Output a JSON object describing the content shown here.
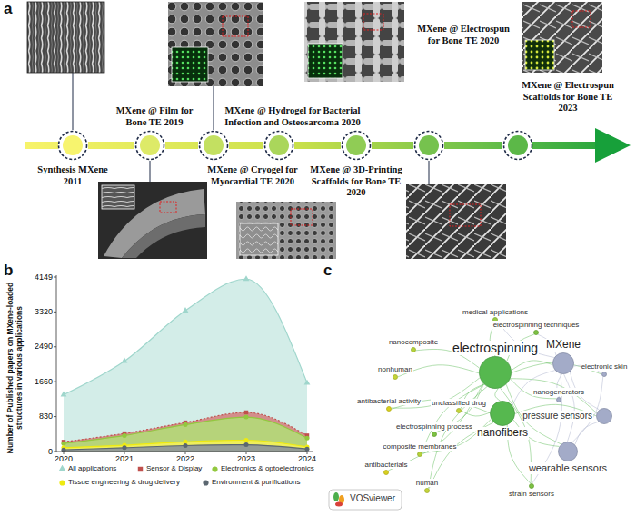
{
  "diagram": {
    "nodes": [
      {
        "text": [
          "Synthesis MXene 2011"
        ]
      },
      {
        "text": [
          "MXene @ Film for Bone TE 2019"
        ]
      },
      {
        "text": [
          "MXene @ Cryogel for Myocardial TE 2020"
        ]
      },
      {
        "text": [
          "MXene @ Hydrogel for Bacterial Infection and Osteosarcoma 2020"
        ]
      },
      {
        "text": [
          "MXene @ 3D-Printing Scaffolds for Bone TE 2020"
        ]
      },
      {
        "text": [
          "MXene @ Electrospun for Bone TE 2020"
        ]
      },
      {
        "text": [
          "MXene @ Electrospun Scaffolds for Bone TE 2023"
        ]
      },
      {
        "text": [
          "medical applications"
        ]
      },
      {
        "text": [
          "nanocomposite"
        ]
      },
      {
        "text": [
          "electrospinning techniques"
        ]
      },
      {
        "text": [
          "MXene"
        ]
      },
      {
        "text": [
          "electronic skin"
        ]
      },
      {
        "text": [
          "electrospinning"
        ]
      },
      {
        "text": [
          "nonhuman"
        ]
      },
      {
        "text": [
          "nanogenerators"
        ]
      },
      {
        "text": [
          "pressure sensors"
        ]
      },
      {
        "text": [
          "antibacterial activity"
        ]
      },
      {
        "text": [
          "unclassified drug"
        ]
      },
      {
        "text": [
          "nanofibers"
        ]
      },
      {
        "text": [
          "electrospinning process"
        ]
      },
      {
        "text": [
          "composite membranes"
        ]
      },
      {
        "text": [
          "wearable sensors"
        ]
      },
      {
        "text": [
          "antibacterials"
        ]
      },
      {
        "text": [
          "strain sensors"
        ]
      },
      {
        "text": [
          "human"
        ]
      }
    ],
    "edges": [
      {
        "from": 0,
        "to": 1,
        "arrow": "none"
      },
      {
        "from": 1,
        "to": 2,
        "arrow": "none"
      },
      {
        "from": 2,
        "to": 3,
        "arrow": "none"
      },
      {
        "from": 3,
        "to": 4,
        "arrow": "none"
      },
      {
        "from": 4,
        "to": 5,
        "arrow": "none"
      },
      {
        "from": 5,
        "to": 6,
        "arrow": "none"
      },
      {
        "from": 12,
        "to": 10,
        "arrow": "none"
      },
      {
        "from": 12,
        "to": 18,
        "arrow": "none"
      },
      {
        "from": 12,
        "to": 7,
        "arrow": "none"
      },
      {
        "from": 12,
        "to": 8,
        "arrow": "none"
      },
      {
        "from": 12,
        "to": 9,
        "arrow": "none"
      },
      {
        "from": 12,
        "to": 13,
        "arrow": "none"
      },
      {
        "from": 12,
        "to": 16,
        "arrow": "none"
      },
      {
        "from": 12,
        "to": 17,
        "arrow": "none"
      },
      {
        "from": 12,
        "to": 19,
        "arrow": "none"
      },
      {
        "from": 12,
        "to": 20,
        "arrow": "none"
      },
      {
        "from": 12,
        "to": 22,
        "arrow": "none"
      },
      {
        "from": 12,
        "to": 24,
        "arrow": "none"
      },
      {
        "from": 12,
        "to": 23,
        "arrow": "none"
      },
      {
        "from": 12,
        "to": 21,
        "arrow": "none"
      },
      {
        "from": 12,
        "to": 15,
        "arrow": "none"
      },
      {
        "from": 12,
        "to": 14,
        "arrow": "none"
      },
      {
        "from": 12,
        "to": 11,
        "arrow": "none"
      },
      {
        "from": 10,
        "to": 18,
        "arrow": "none"
      },
      {
        "from": 10,
        "to": 21,
        "arrow": "none"
      },
      {
        "from": 10,
        "to": 15,
        "arrow": "none"
      },
      {
        "from": 10,
        "to": 11,
        "arrow": "none"
      },
      {
        "from": 10,
        "to": 14,
        "arrow": "none"
      },
      {
        "from": 10,
        "to": 23,
        "arrow": "none"
      },
      {
        "from": 10,
        "to": 9,
        "arrow": "none"
      },
      {
        "from": 10,
        "to": 7,
        "arrow": "none"
      },
      {
        "from": 18,
        "to": 21,
        "arrow": "none"
      },
      {
        "from": 18,
        "to": 15,
        "arrow": "none"
      },
      {
        "from": 18,
        "to": 16,
        "arrow": "none"
      },
      {
        "from": 18,
        "to": 20,
        "arrow": "none"
      },
      {
        "from": 18,
        "to": 24,
        "arrow": "none"
      },
      {
        "from": 18,
        "to": 17,
        "arrow": "none"
      },
      {
        "from": 18,
        "to": 23,
        "arrow": "none"
      },
      {
        "from": 21,
        "to": 15,
        "arrow": "none"
      },
      {
        "from": 21,
        "to": 11,
        "arrow": "none"
      }
    ],
    "labels": [
      "a",
      "b",
      "c",
      "Number of Published papers on MXene-loaded structures in various applications",
      "0",
      "830",
      "1660",
      "2490",
      "3320",
      "4149",
      "2020",
      "2021",
      "2022",
      "2023",
      "2024",
      "VOSviewer"
    ],
    "legend": [
      {
        "text": "All applications",
        "color": "#9fd6cc"
      },
      {
        "text": "Sensor & Display",
        "color": "#c0504d"
      },
      {
        "text": "Electronics & optoelectronics",
        "color": "#92c83e"
      },
      {
        "text": "Tissue engineering & drug delivery",
        "color": "#eeea10"
      },
      {
        "text": "Environment & purifications",
        "color": "#5b6770"
      }
    ]
  }
}
